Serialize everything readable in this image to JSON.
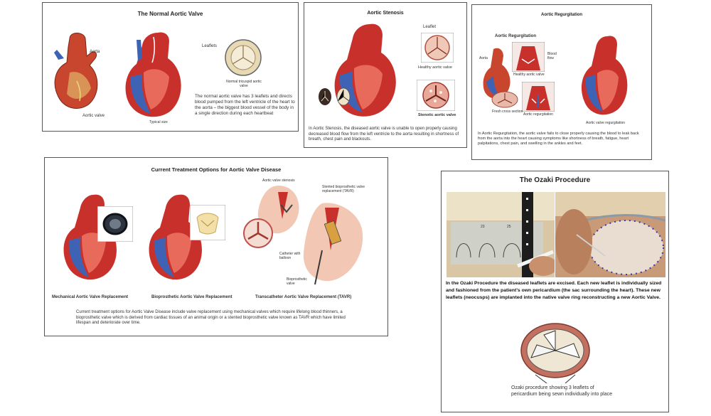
{
  "normal": {
    "title": "The Normal Aortic Valve",
    "labels": {
      "aorta": "Aorta",
      "aortic_valve": "Aortic valve",
      "leaflets": "Leaflets",
      "normal_tricuspid": "Normal tricuspid aortic valve",
      "typical_size": "Typical size"
    },
    "caption": "The normal aortic valve has 3 leaflets and directs blood pumped from the left ventricle of the heart to the aorta – the biggest blood vessel of the body in a single direction during each heartbeat"
  },
  "stenosis": {
    "title": "Aortic Stenosis",
    "labels": {
      "leaflet": "Leaflet",
      "healthy": "Healthy aortic valve",
      "stenotic": "Stenotic aortic valve"
    },
    "caption": "In Aortic Stenosis, the diseased aortic valve is unable to open properly causing decreased blood flow from the left ventricle to the aorta resulting in shortness of breath, chest pain and blackouts."
  },
  "regurgitation": {
    "title": "Aortic Regurgitation",
    "subtitle": "Aortic Regurgitation",
    "labels": {
      "aorta": "Aorta",
      "blood_flow": "Blood flow",
      "healthy": "Healthy aortic valve",
      "regurgitation": "Aortic regurgitation",
      "fresh_cross": "Fresh cross section",
      "valve_regurg": "Aortic valve regurgitation"
    },
    "caption": "In Aortic Regurgitation, the aortic valve fails to close properly causing the blood to leak back from the aorta into the heart causing symptoms like shortness of breath, fatigue, heart palpitations, chest pain, and swelling in the ankles and feet."
  },
  "treatment": {
    "title": "Current Treatment Options for Aortic Valve Disease",
    "options": [
      "Mechanical Aortic Valve Replacement",
      "Bioprosthetic Aortic Valve Replacement",
      "Transcatheter Aortic Valve Replacement (TAVR)"
    ],
    "caption": "Current treatment options for Aortic Valve Disease include valve replacement using mechanical valves which require lifelong blood thinners, a bioprosthetic valve which is derived from cardiac tissues of an animal origin or a stented bioprosthetic valve known as TAVR which have limited lifespan and deteriorate over time.",
    "labels": {
      "aortic_stenosis": "Aortic valve stenosis",
      "stented": "Stented bioprosthetic valve replacement (TAVR)",
      "catheter": "Catheter with balloon",
      "bioprosthetic": "Bioprosthetic valve"
    }
  },
  "ozaki": {
    "title": "The Ozaki Procedure",
    "sizer_marks": [
      "23",
      "25"
    ],
    "description": "In the Ozaki Procedure the diseased leaflets are excised. Each new leaflet is individually sized and fashioned from the patient's own pericardium (the sac surrounding the heart). These new leaflets (neocusps) are implanted into the native valve ring reconstructing a new Aortic Valve.",
    "figure_caption": "Ozaki procedure showing 3 leaflets of pericardium being sewn individually into place"
  },
  "colors": {
    "heart_red": "#c8312b",
    "heart_blue": "#3f63b4",
    "aorta_red": "#d54a3a",
    "tissue": "#e8d9b5",
    "border": "#555555"
  }
}
